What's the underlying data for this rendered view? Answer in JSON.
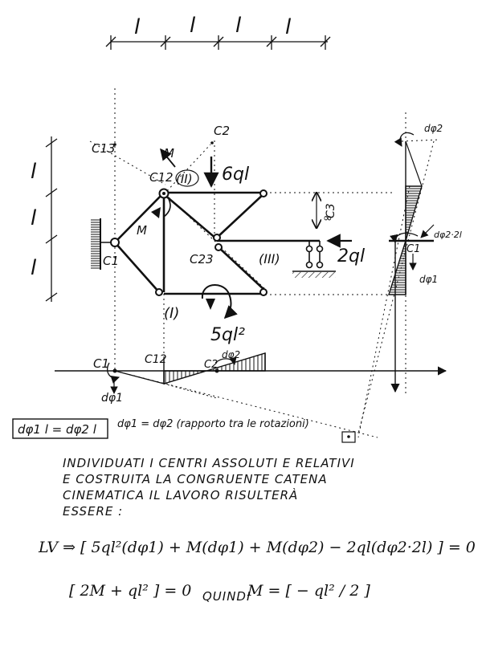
{
  "spans": [
    "l",
    "l",
    "l",
    "l"
  ],
  "heights": [
    "l",
    "l",
    "l"
  ],
  "centers": {
    "c1": "C1",
    "c2": "C2",
    "c12": "C12",
    "c13": "C13",
    "c23": "C23",
    "c3": "C3",
    "c3_sub": "∞",
    "c1_right": "C1",
    "c1_diag": "C1",
    "c12_diag": "C12",
    "c2_diag": "C2"
  },
  "bodies": {
    "b1": "(I)",
    "b2": "(II)",
    "b3": "(III)"
  },
  "loads": {
    "vertical": "6ql",
    "horizontal": "2ql",
    "moment": "5ql²",
    "couple_top": "M",
    "couple_left": "M"
  },
  "rotations": {
    "dphi1": "dφ1",
    "dphi2": "dφ2",
    "dphi1_right": "dφ1",
    "dphi2_top": "dφ2",
    "dphi2_2l": "dφ2·2l",
    "dphi1_diag": "dφ1",
    "dphi2_diag": "dφ2"
  },
  "relation": {
    "boxed": "dφ1 l = dφ2 l",
    "note": "dφ1 = dφ2  (rapporto tra le rotazioni)"
  },
  "text_lines": [
    "INDIVIDUATI I CENTRI ASSOLUTI E RELATIVI",
    "E COSTRUITA LA CONGRUENTE CATENA",
    "CINEMATICA IL LAVORO RISULTERÀ",
    "ESSERE :"
  ],
  "equations": {
    "lv_prefix": "LV ⇒",
    "lv_body": "[ 5ql²(dφ1) + M(dφ1) + M(dφ2) − 2ql(dφ2·2l) ] = 0",
    "eq2_body": "[ 2M + ql² ] = 0",
    "quindi": "QUINDI",
    "m_result": "M = [ − ql² / 2 ]"
  }
}
